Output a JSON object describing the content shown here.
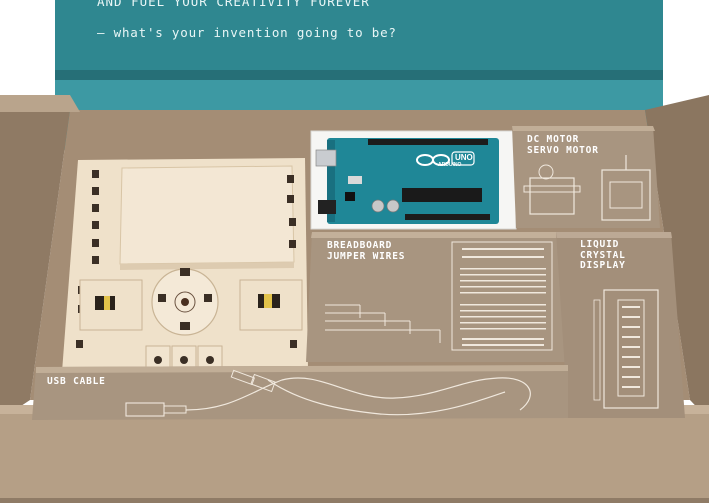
{
  "lid": {
    "line1": "AND FUEL YOUR CREATIVITY FOREVER",
    "line2": "— what's your invention going to be?"
  },
  "board": {
    "logo": "ARDUINO",
    "model": "UNO"
  },
  "compartments": {
    "motors": "DC MOTOR\nSERVO MOTOR",
    "breadboard": "BREADBOARD\nJUMPER WIRES",
    "lcd": "LIQUID\nCRYSTAL\nDISPLAY",
    "usb": "USB CABLE"
  },
  "colors": {
    "lid_teal": "#2f8790",
    "box_kraft": "#a08a73",
    "wood_panel": "#efe2cc",
    "board_blue": "#1f8797"
  }
}
